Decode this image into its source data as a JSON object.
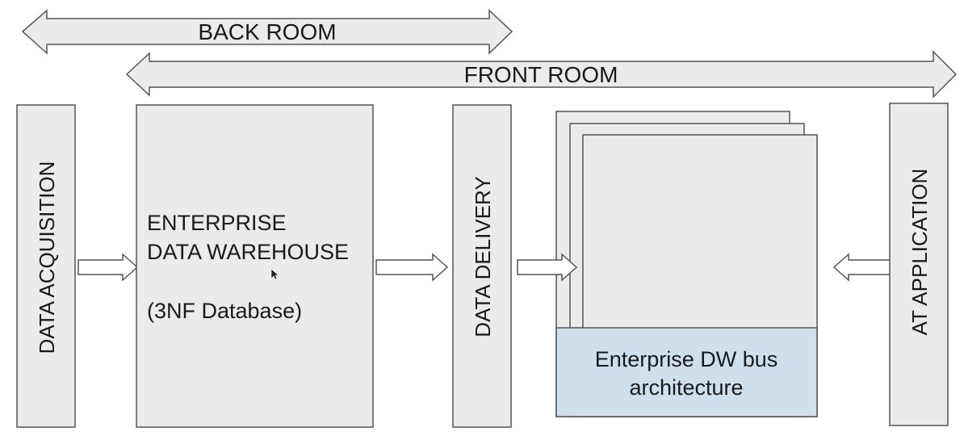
{
  "diagram": {
    "back_room_label": "BACK ROOM",
    "front_room_label": "FRONT ROOM",
    "data_acquisition_label": "DATA ACQUISITION",
    "edw_line1": "ENTERPRISE",
    "edw_line2": "DATA WAREHOUSE",
    "edw_line3": "(3NF Database)",
    "data_delivery_label": "DATA DELIVERY",
    "bus_line1": "Enterprise DW bus",
    "bus_line2": "architecture",
    "at_application_label": "AT APPLICATION"
  },
  "colors": {
    "box_fill": "#ebebeb",
    "box_stroke": "#555555",
    "bus_fill": "#cfdfee",
    "arrow_fill": "#ffffff",
    "text": "#1a1a1a"
  }
}
